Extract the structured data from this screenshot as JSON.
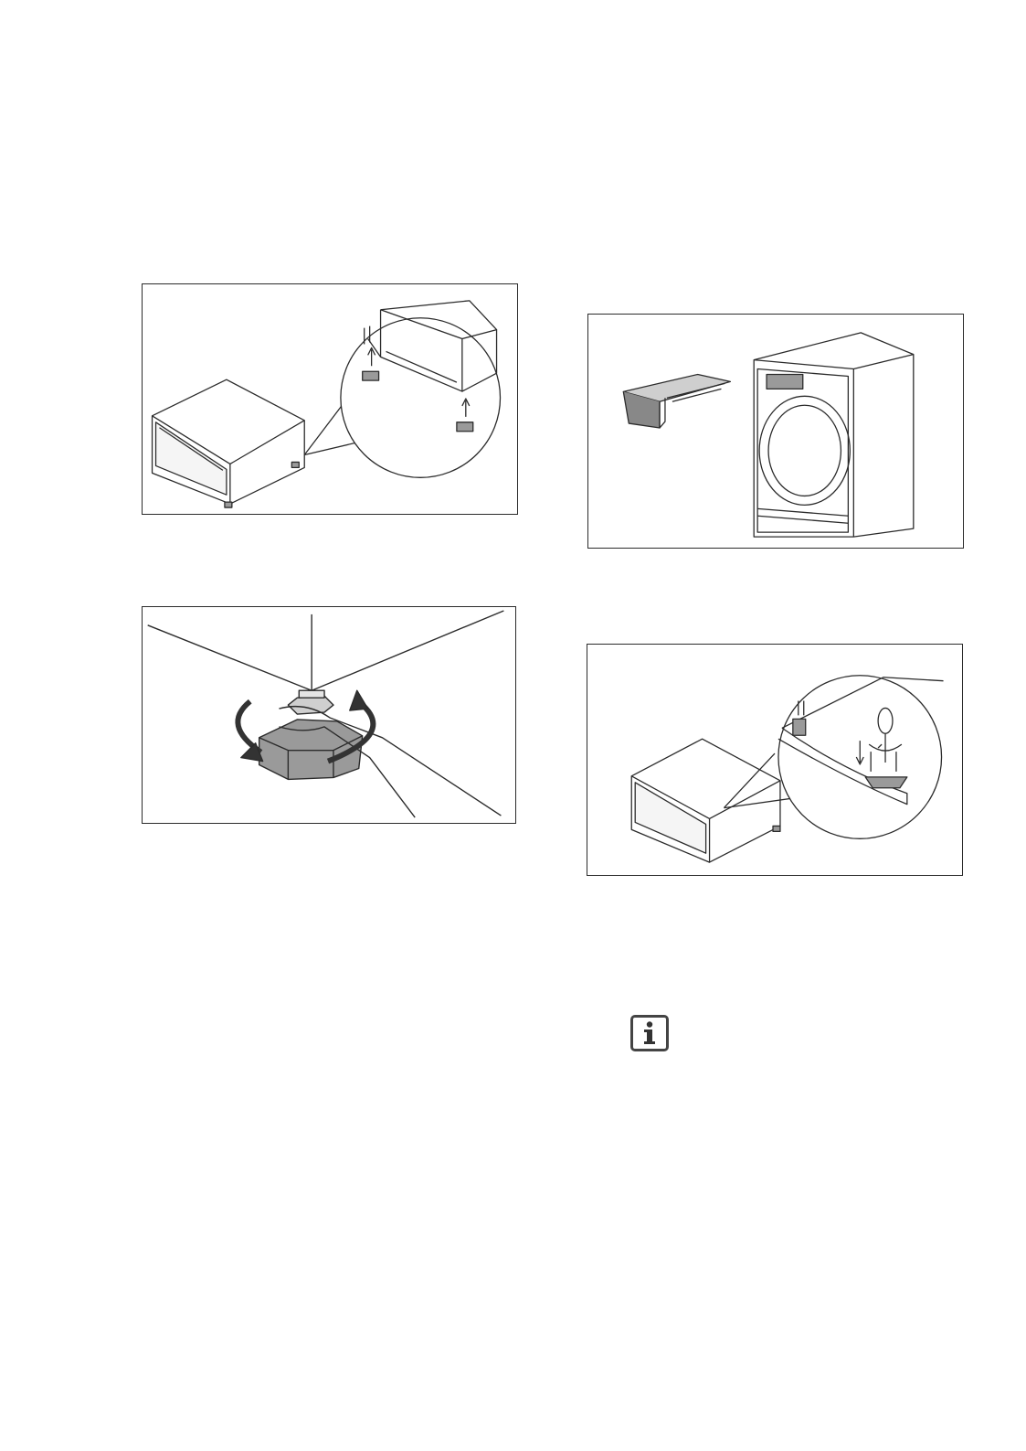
{
  "page": {
    "figures": [
      {
        "id": "fig-1",
        "icon": "pedestal-feet-fitting"
      },
      {
        "id": "fig-2",
        "icon": "drawer-and-dryer"
      },
      {
        "id": "fig-3",
        "icon": "adjustable-foot-wrench"
      },
      {
        "id": "fig-4",
        "icon": "pedestal-bracket-screwdriver"
      }
    ],
    "info_icon": "info-icon"
  },
  "colors": {
    "line": "#2b2b2b",
    "grey": "#9a9a9a",
    "dark_grey": "#555555"
  }
}
